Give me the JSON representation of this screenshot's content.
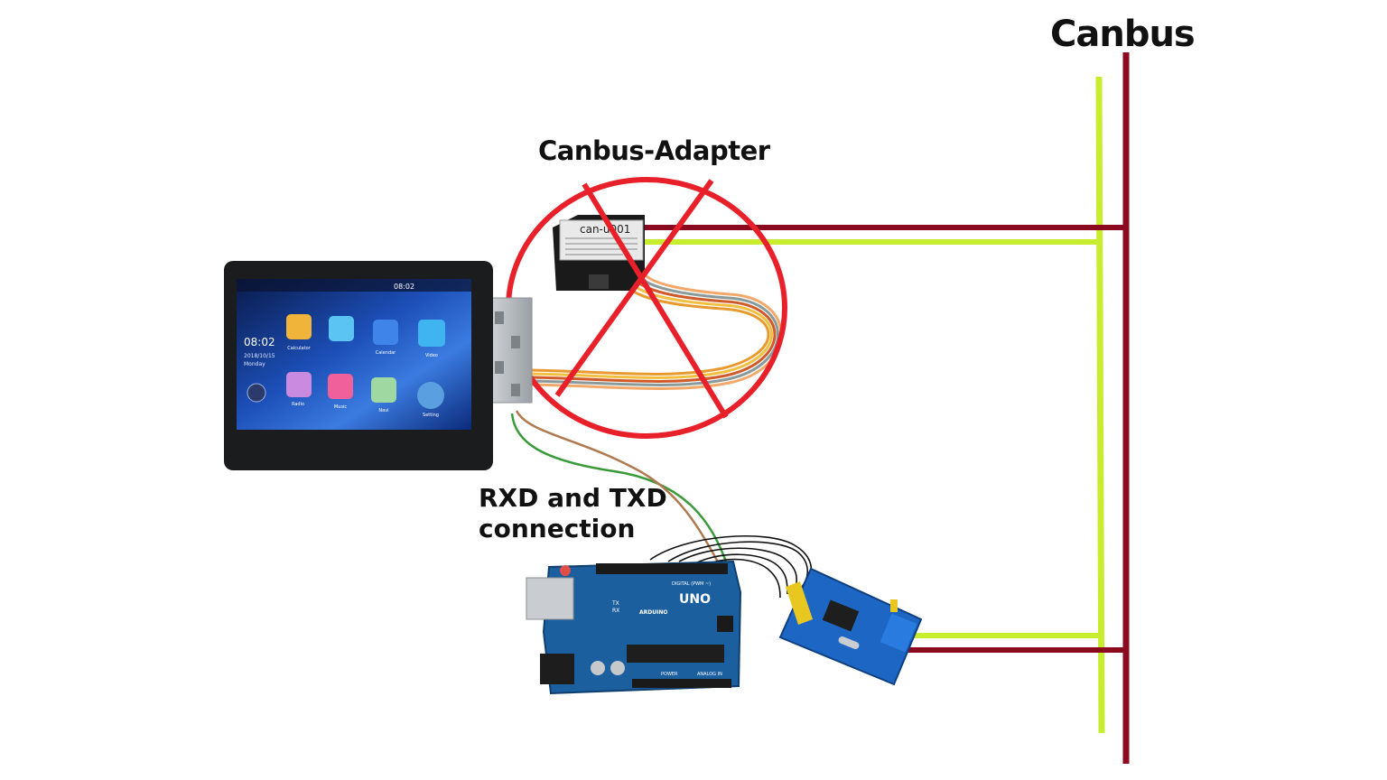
{
  "labels": {
    "canbus_title": "Canbus",
    "adapter_title": "Canbus-Adapter",
    "rxd_line1": "RXD and TXD",
    "rxd_line2": "connection"
  },
  "head_unit": {
    "time": "08:02",
    "date": "2018/10/15",
    "day": "Monday",
    "status_time": "08:02",
    "apps_row1": [
      "Calculator",
      "",
      "Calendar",
      "Video"
    ],
    "apps_row2": [
      "Radio",
      "Music",
      "Navi",
      "Setting"
    ]
  },
  "adapter_device": {
    "model_label": "can-u001"
  },
  "arduino": {
    "logo_text": "UNO",
    "brand_text": "ARDUINO",
    "digital_label": "DIGITAL (PWM ~)",
    "power_label": "POWER",
    "analog_label": "ANALOG IN",
    "tx_label": "TX",
    "rx_label": "RX"
  },
  "colors": {
    "can_high_wire": "#8b0a1f",
    "can_low_wire": "#c8ec2e",
    "cross_out": "#e8202a",
    "txd_wire": "#3a9a3a",
    "rxd_wire": "#b07a50",
    "board_blue": "#1b5f9e",
    "module_blue": "#1d66c4"
  }
}
